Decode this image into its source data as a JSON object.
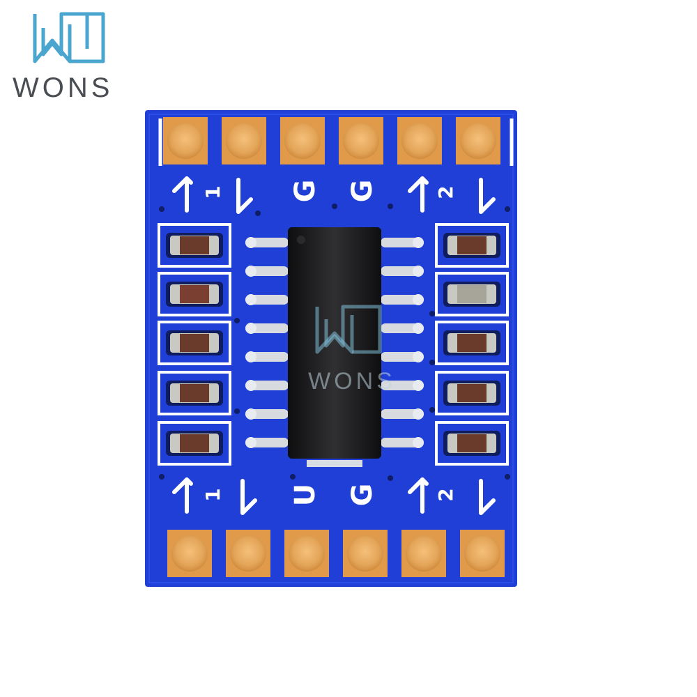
{
  "brand": {
    "name": "WONS",
    "accent": "#4aa6cf"
  },
  "board": {
    "pcb_color": "#1f3fd6",
    "pad_color": "#e0a050",
    "top_row_labels": [
      "↑",
      "1",
      "↓",
      "G",
      "G",
      "↑",
      "2",
      "↓"
    ],
    "bottom_row_labels": [
      "↑",
      "1",
      "↓",
      "U",
      "G",
      "↑",
      "2",
      "↓"
    ]
  },
  "watermark": {
    "text": "WONS"
  }
}
